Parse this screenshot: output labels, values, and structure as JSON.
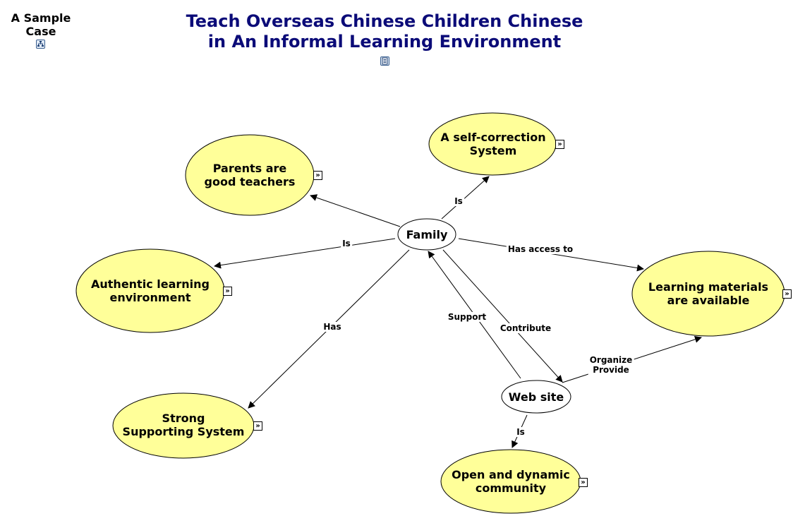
{
  "corner_label": {
    "line1": "A Sample",
    "line2": "Case"
  },
  "title": {
    "line1": "Teach Overseas Chinese Children Chinese",
    "line2": "in An Informal Learning Environment"
  },
  "nodes": {
    "parents": {
      "line1": "Parents are",
      "line2": "good teachers"
    },
    "selfcorrection": {
      "line1": "A self-correction",
      "line2": "System"
    },
    "family": {
      "line1": "Family"
    },
    "authentic": {
      "line1": "Authentic learning",
      "line2": "environment"
    },
    "materials": {
      "line1": "Learning materials",
      "line2": "are available"
    },
    "strong": {
      "line1": "Strong",
      "line2": "Supporting System"
    },
    "website": {
      "line1": "Web site"
    },
    "community": {
      "line1": "Open and dynamic",
      "line2": "community"
    }
  },
  "links": {
    "is_top": "Is",
    "is_left": "Is",
    "has_access": "Has access to",
    "has": "Has",
    "support": "Support",
    "contribute": "Contribute",
    "organize": "Organize",
    "provide": "Provide",
    "is_bottom": "Is"
  },
  "icons": {
    "corner": "concept-map-icon",
    "title": "document-icon",
    "expand": "expand-arrow-icon"
  },
  "colors": {
    "title": "#0b0b78",
    "node_fill": "#ffff99",
    "family_fill": "#ffffff"
  }
}
